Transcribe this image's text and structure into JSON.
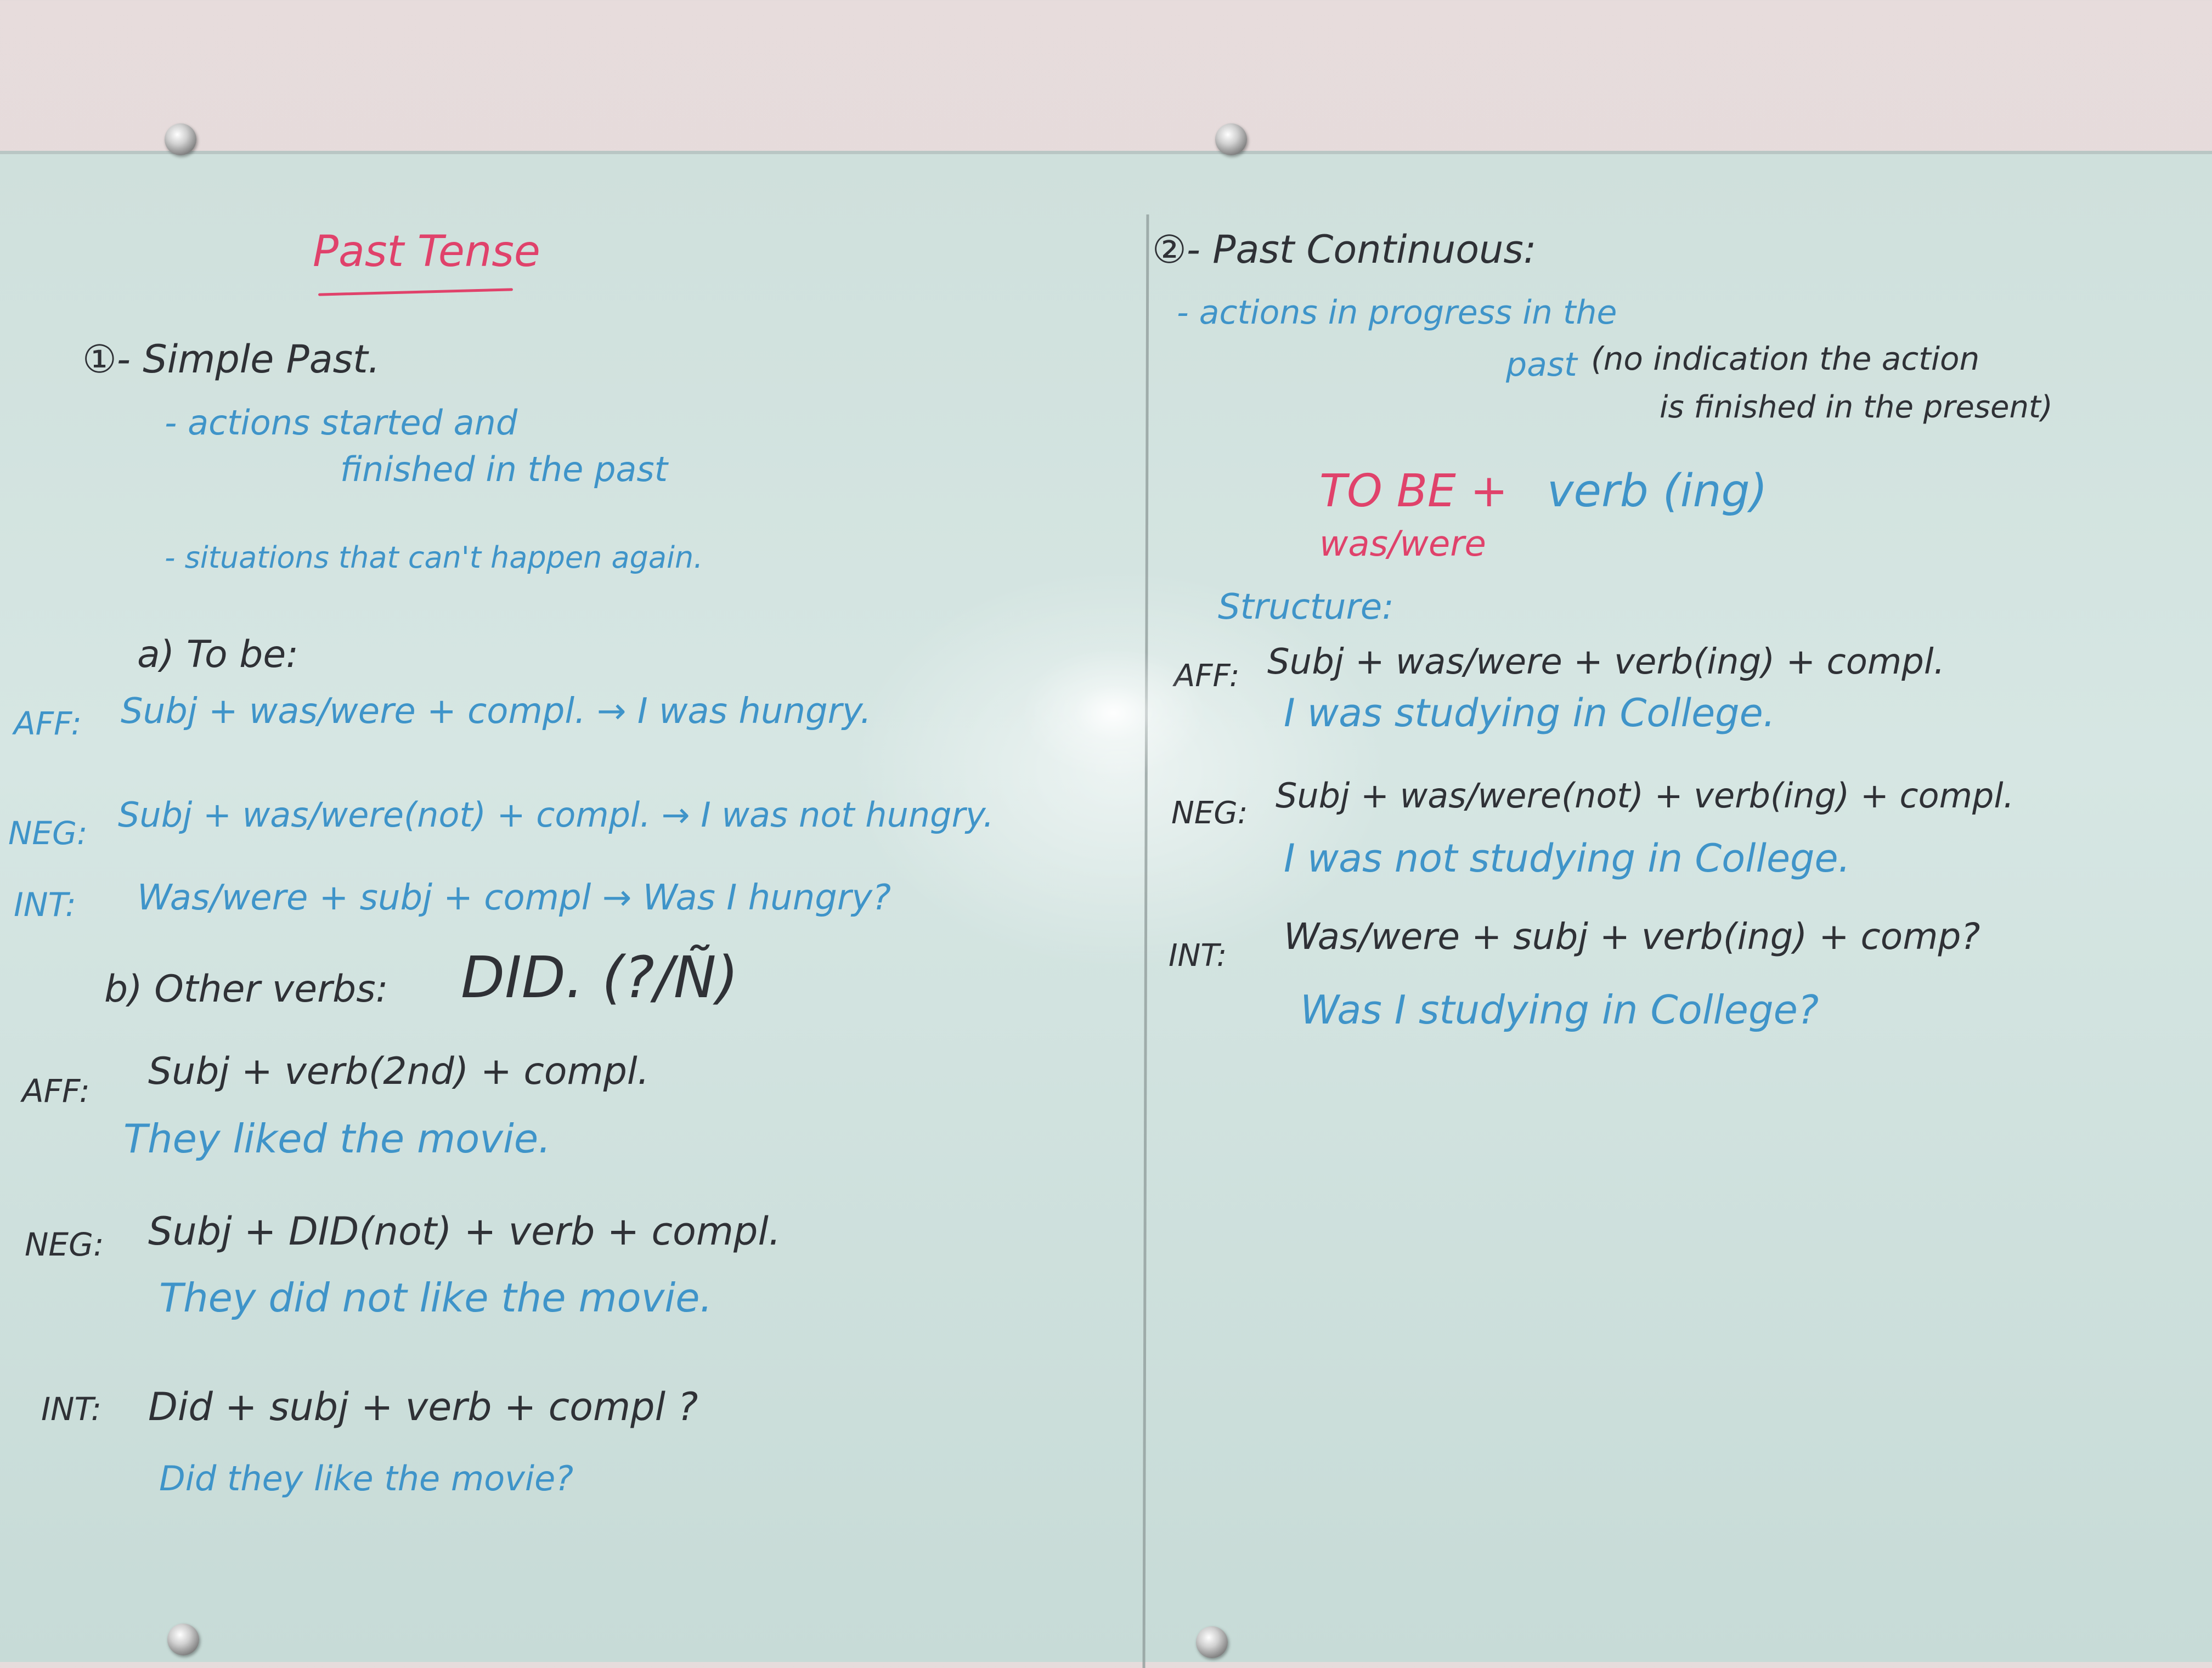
{
  "left_panel": {
    "title": "Past Tense",
    "section1": {
      "label": "①- Simple Past.",
      "uses": [
        "- actions started and",
        "finished in the past",
        "- situations that can't happen again."
      ],
      "sub_a_label": "a) To be:",
      "to_be": [
        {
          "tag": "AFF:",
          "formula": "Subj + was/were + compl. → I was hungry."
        },
        {
          "tag": "NEG:",
          "formula": "Subj + was/were(not) + compl. → I was not hungry."
        },
        {
          "tag": "INT:",
          "formula": "Was/were + subj + compl → Was I hungry?"
        }
      ],
      "sub_b_label": "b) Other verbs:",
      "sub_b_marker": "DID. (?/Ñ)",
      "other_verbs": [
        {
          "tag": "AFF:",
          "formula": "Subj + verb(2nd) + compl.",
          "example": "They liked the movie."
        },
        {
          "tag": "NEG:",
          "formula": "Subj + DID(not) + verb + compl.",
          "example": "They did not like the movie."
        },
        {
          "tag": "INT:",
          "formula": "Did + subj + verb + compl ?",
          "example": "Did they like the movie?"
        }
      ]
    }
  },
  "right_panel": {
    "section2": {
      "label": "②- Past Continuous:",
      "uses": [
        "- actions in progress in the",
        "past",
        "(no indication the action",
        "is finished in the present)"
      ],
      "formula_red": "TO BE +",
      "formula_blue": "verb (ing)",
      "was_were": "was/were",
      "structure_label": "Structure:",
      "rows": [
        {
          "tag": "AFF:",
          "formula": "Subj + was/were + verb(ing) + compl.",
          "example": "I was studying in College."
        },
        {
          "tag": "NEG:",
          "formula": "Subj + was/were(not) + verb(ing) + compl.",
          "example": "I was not studying in College."
        },
        {
          "tag": "INT:",
          "formula": "Was/were + subj + verb(ing) + comp?",
          "example": "Was I studying in College?"
        }
      ]
    }
  },
  "colors": {
    "marker_black": "#2f3136",
    "marker_blue": "#3f94c9",
    "marker_red": "#e0426b",
    "board": "#d6e6e3",
    "wall": "#e7dcdc"
  }
}
